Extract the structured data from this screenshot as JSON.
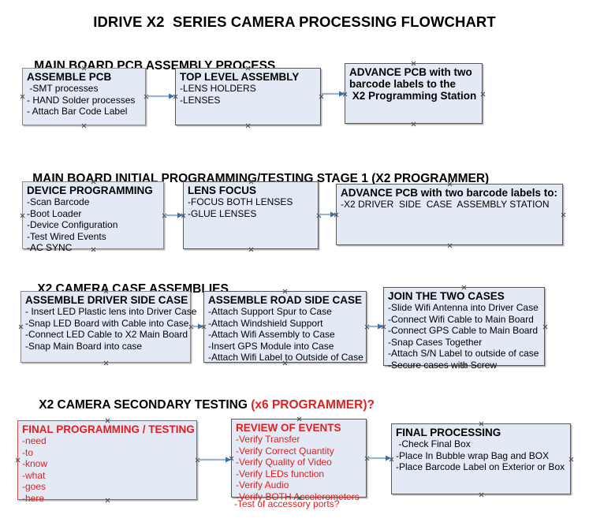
{
  "document": {
    "title": "IDRIVE X2  SERIES CAMERA PROCESSING FLOWCHART",
    "accent_color": "#e02020",
    "box_fill": "#e3eaf5",
    "box_border": "#8a8a8a",
    "arrow_color": "#8ba4c4"
  },
  "sections": [
    {
      "id": "main-board-pcb-assembly",
      "title": "MAIN BOARD PCB ASSEMBLY PROCESS",
      "title_accent": "",
      "boxes": [
        {
          "id": "assemble-pcb",
          "heading": "ASSEMBLE PCB",
          "lines": [
            " -SMT processes",
            "- HAND Solder processes",
            "- Attach Bar Code Label"
          ]
        },
        {
          "id": "top-level-assembly",
          "heading": "TOP LEVEL ASSEMBLY",
          "lines": [
            "-LENS HOLDERS",
            "-LENSES"
          ]
        },
        {
          "id": "advance-pcb-x2-programming-station",
          "heading": "ADVANCE PCB with two",
          "lines": [
            "barcode labels to the",
            " X2 Programming Station"
          ]
        }
      ]
    },
    {
      "id": "main-board-initial-programming",
      "title": "MAIN BOARD INITIAL PROGRAMMING/TESTING STAGE 1 (X2 PROGRAMMER)",
      "title_accent": "",
      "boxes": [
        {
          "id": "device-programming",
          "heading": "DEVICE PROGRAMMING",
          "lines": [
            "-Scan Barcode",
            "-Boot Loader",
            "-Device Configuration",
            "-Test Wired Events",
            "-AC SYNC"
          ]
        },
        {
          "id": "lens-focus",
          "heading": "LENS FOCUS",
          "lines": [
            "-FOCUS BOTH LENSES",
            "-GLUE LENSES"
          ]
        },
        {
          "id": "advance-pcb-driver-side-case",
          "heading": "ADVANCE PCB with two barcode labels to:",
          "lines": [
            "-X2 DRIVER  SIDE  CASE  ASSEMBLY STATION"
          ]
        }
      ]
    },
    {
      "id": "x2-camera-case-assemblies",
      "title": "X2 CAMERA CASE ASSEMBLIES",
      "title_accent": "",
      "boxes": [
        {
          "id": "assemble-driver-side-case",
          "heading": "ASSEMBLE DRIVER SIDE CASE",
          "lines": [
            "- Insert LED Plastic lens into Driver Case",
            "-Snap LED Board with Cable into Case",
            "-Connect LED Cable to X2 Main Board",
            "-Snap Main Board into case"
          ]
        },
        {
          "id": "assemble-road-side-case",
          "heading": "ASSEMBLE ROAD SIDE CASE",
          "lines": [
            "-Attach Support Spur to Case",
            "-Attach Windshield Support",
            "-Attach Wifi Assembly to Case",
            "-Insert GPS Module into Case",
            "-Attach Wifi Label to Outside of Case"
          ]
        },
        {
          "id": "join-the-two-cases",
          "heading": "JOIN THE TWO CASES",
          "lines": [
            "-Slide Wifi Antenna into Driver Case",
            "-Connect Wifi Cable to Main Board",
            "-Connect GPS Cable to Main Board",
            "-Snap Cases Together",
            "-Attach S/N Label to outside of case",
            "-Secure cases with Screw"
          ]
        }
      ]
    },
    {
      "id": "x2-camera-secondary-testing",
      "title": "X2 CAMERA SECONDARY TESTING ",
      "title_accent": "(x6 PROGRAMMER)?",
      "boxes": [
        {
          "id": "final-programming-testing",
          "heading": "FINAL PROGRAMMING / TESTING",
          "lines": [
            "-need",
            "-to",
            "-know",
            "-what",
            "-goes",
            "-here"
          ]
        },
        {
          "id": "review-of-events",
          "heading": "REVIEW OF EVENTS",
          "lines": [
            "-Verify Transfer",
            "-Verify Correct Quantity",
            "-Verify Quality of Video",
            "-Verify LEDs function",
            "-Verify Audio",
            "-Verify BOTH Accelerometers"
          ],
          "overflow_line": "-Test of accessory ports?"
        },
        {
          "id": "final-processing",
          "heading": "FINAL PROCESSING",
          "lines": [
            " -Check Final Box",
            "-Place In Bubble wrap Bag and BOX",
            "-Place Barcode Label on Exterior or Box"
          ]
        }
      ]
    }
  ]
}
